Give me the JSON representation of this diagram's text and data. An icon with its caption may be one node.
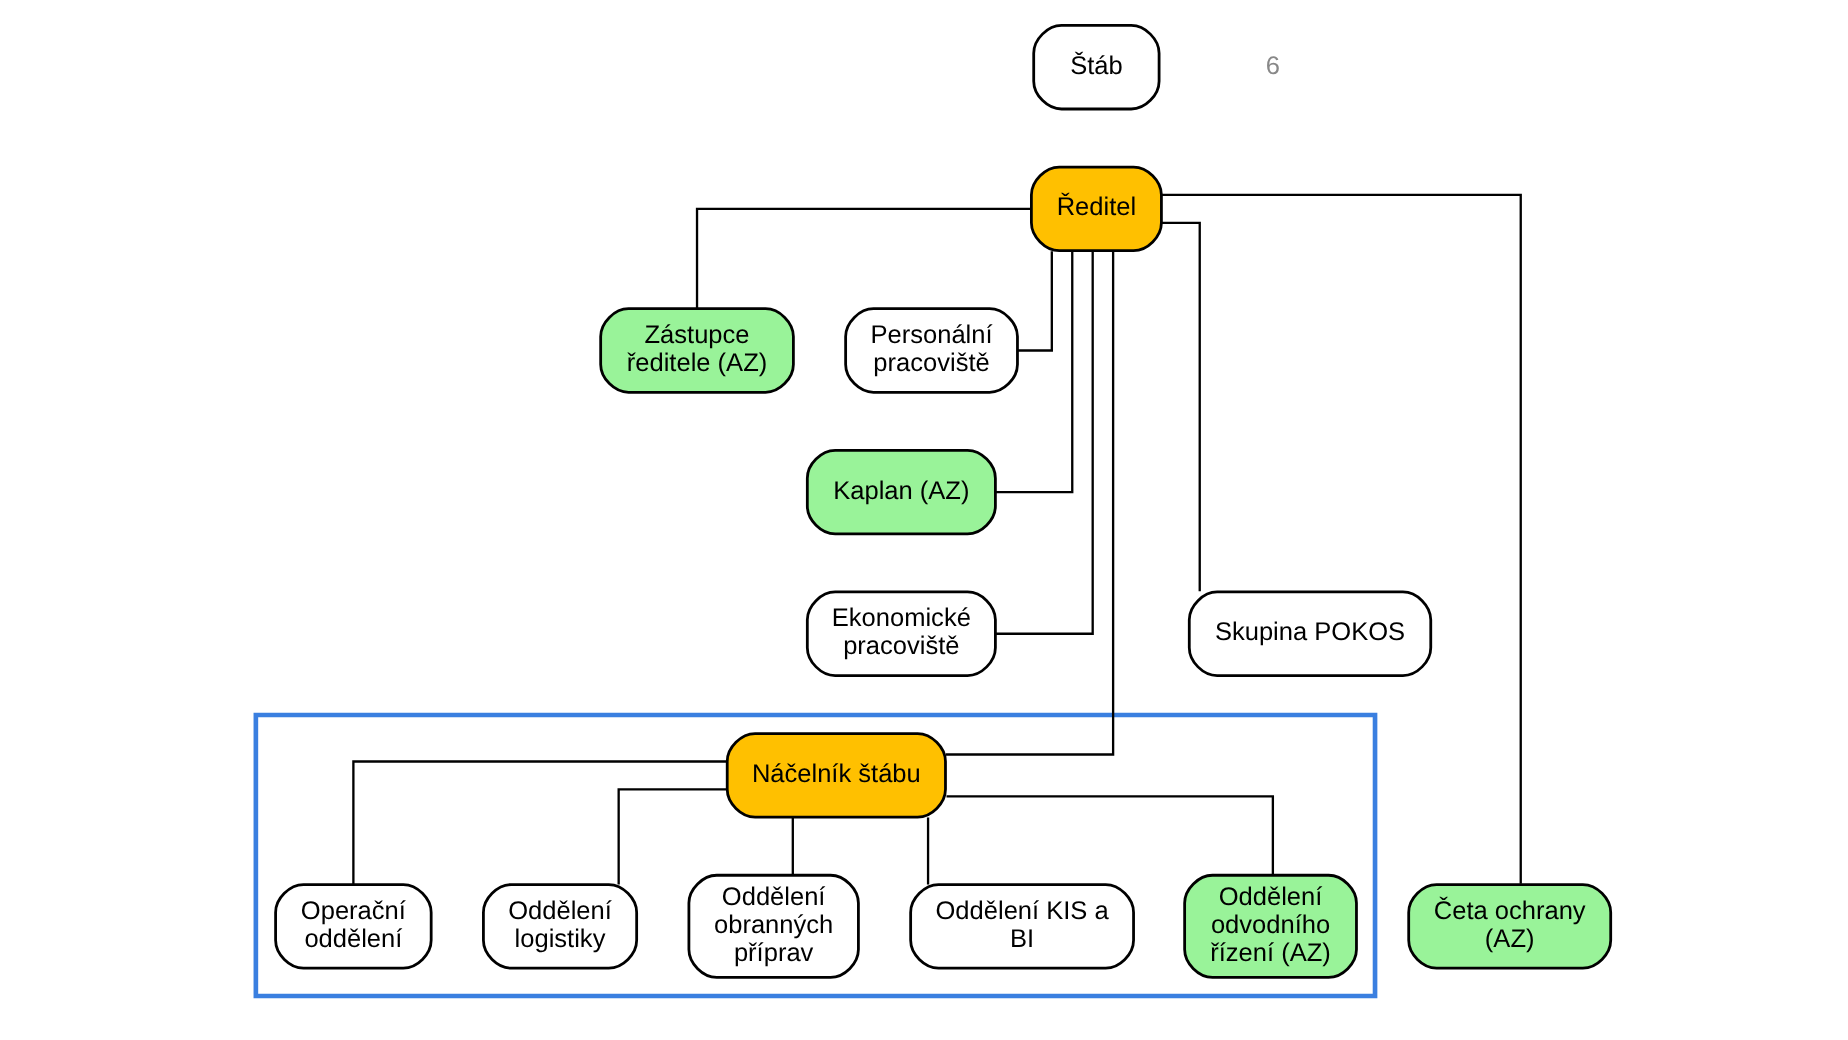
{
  "diagram": {
    "nodes": [
      {
        "text": [
          "Štáb"
        ]
      },
      {
        "text": [
          "Ředitel"
        ]
      },
      {
        "text": [
          "Zástupce ředitele (AZ)"
        ]
      },
      {
        "text": [
          "Personální pracoviště"
        ]
      },
      {
        "text": [
          "Kaplan (AZ)"
        ]
      },
      {
        "text": [
          "Ekonomické pracoviště"
        ]
      },
      {
        "text": [
          "Skupina POKOS"
        ]
      },
      {
        "text": [],
        "shape": "box"
      },
      {
        "text": [
          "Náčelník štábu"
        ],
        "in": 7
      },
      {
        "text": [
          "Operační oddělení"
        ],
        "in": 7
      },
      {
        "text": [
          "Oddělení logistiky"
        ],
        "in": 7
      },
      {
        "text": [
          "Oddělení obranných příprav"
        ],
        "in": 7
      },
      {
        "text": [
          "Oddělení KIS a BI"
        ],
        "in": 7
      },
      {
        "text": [
          "Oddělení odvodního řízení (AZ)"
        ],
        "in": 7
      },
      {
        "text": [
          "Četa ochrany (AZ)"
        ]
      }
    ],
    "edges": [
      {
        "from": 1,
        "to": 2,
        "arrow": "none"
      },
      {
        "from": 1,
        "to": 3,
        "arrow": "none"
      },
      {
        "from": 1,
        "to": 4,
        "arrow": "none"
      },
      {
        "from": 1,
        "to": 5,
        "arrow": "none"
      },
      {
        "from": 1,
        "to": 6,
        "arrow": "none"
      },
      {
        "from": 1,
        "to": 8,
        "arrow": "none"
      },
      {
        "from": 1,
        "to": 14,
        "arrow": "none"
      },
      {
        "from": 8,
        "to": 9,
        "arrow": "none"
      },
      {
        "from": 8,
        "to": 10,
        "arrow": "none"
      },
      {
        "from": 8,
        "to": 11,
        "arrow": "none"
      },
      {
        "from": 8,
        "to": 12,
        "arrow": "none"
      },
      {
        "from": 8,
        "to": 13,
        "arrow": "none"
      }
    ],
    "labels": [
      "6"
    ]
  }
}
